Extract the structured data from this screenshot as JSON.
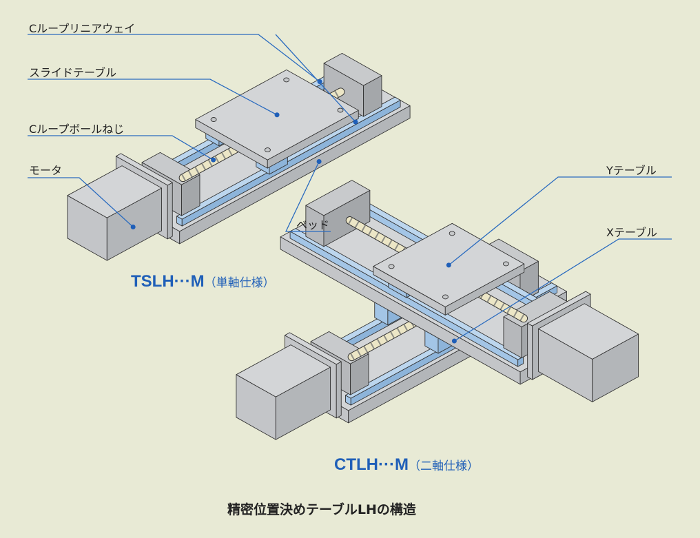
{
  "single_axis": {
    "labels": {
      "linear_way": "Cループリニアウェイ",
      "slide_table": "スライドテーブル",
      "ball_screw": "Cループボールねじ",
      "motor": "モータ",
      "bed": "ベッド"
    },
    "model": "TSLH···M",
    "spec": "（単軸仕様）"
  },
  "dual_axis": {
    "labels": {
      "y_table": "Yテーブル",
      "x_table": "Xテーブル"
    },
    "model": "CTLH···M",
    "spec": "（二軸仕様）"
  },
  "caption": "精密位置決めテーブルLHの構造",
  "colors": {
    "background": "#e8ead5",
    "leader": "#2a6bbf",
    "model_text": "#1f5fb8",
    "rail": "#b8d4ee",
    "metal": "#d3d5d7"
  }
}
